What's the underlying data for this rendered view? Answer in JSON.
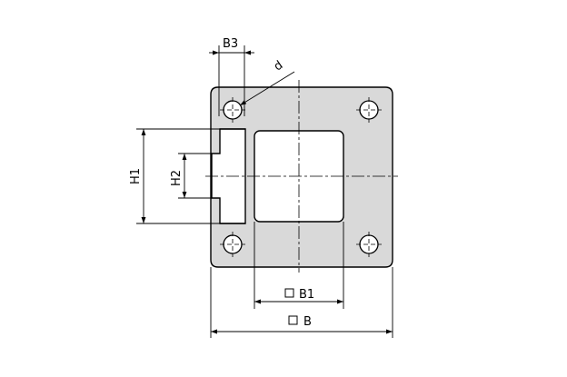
{
  "labels": {
    "b3": "B3",
    "d": "d",
    "h1": "H1",
    "h2": "H2",
    "b1": "B1",
    "b": "B"
  },
  "colors": {
    "plate_fill": "#d9d9d9",
    "stroke": "#000000",
    "window_fill": "#ffffff"
  }
}
